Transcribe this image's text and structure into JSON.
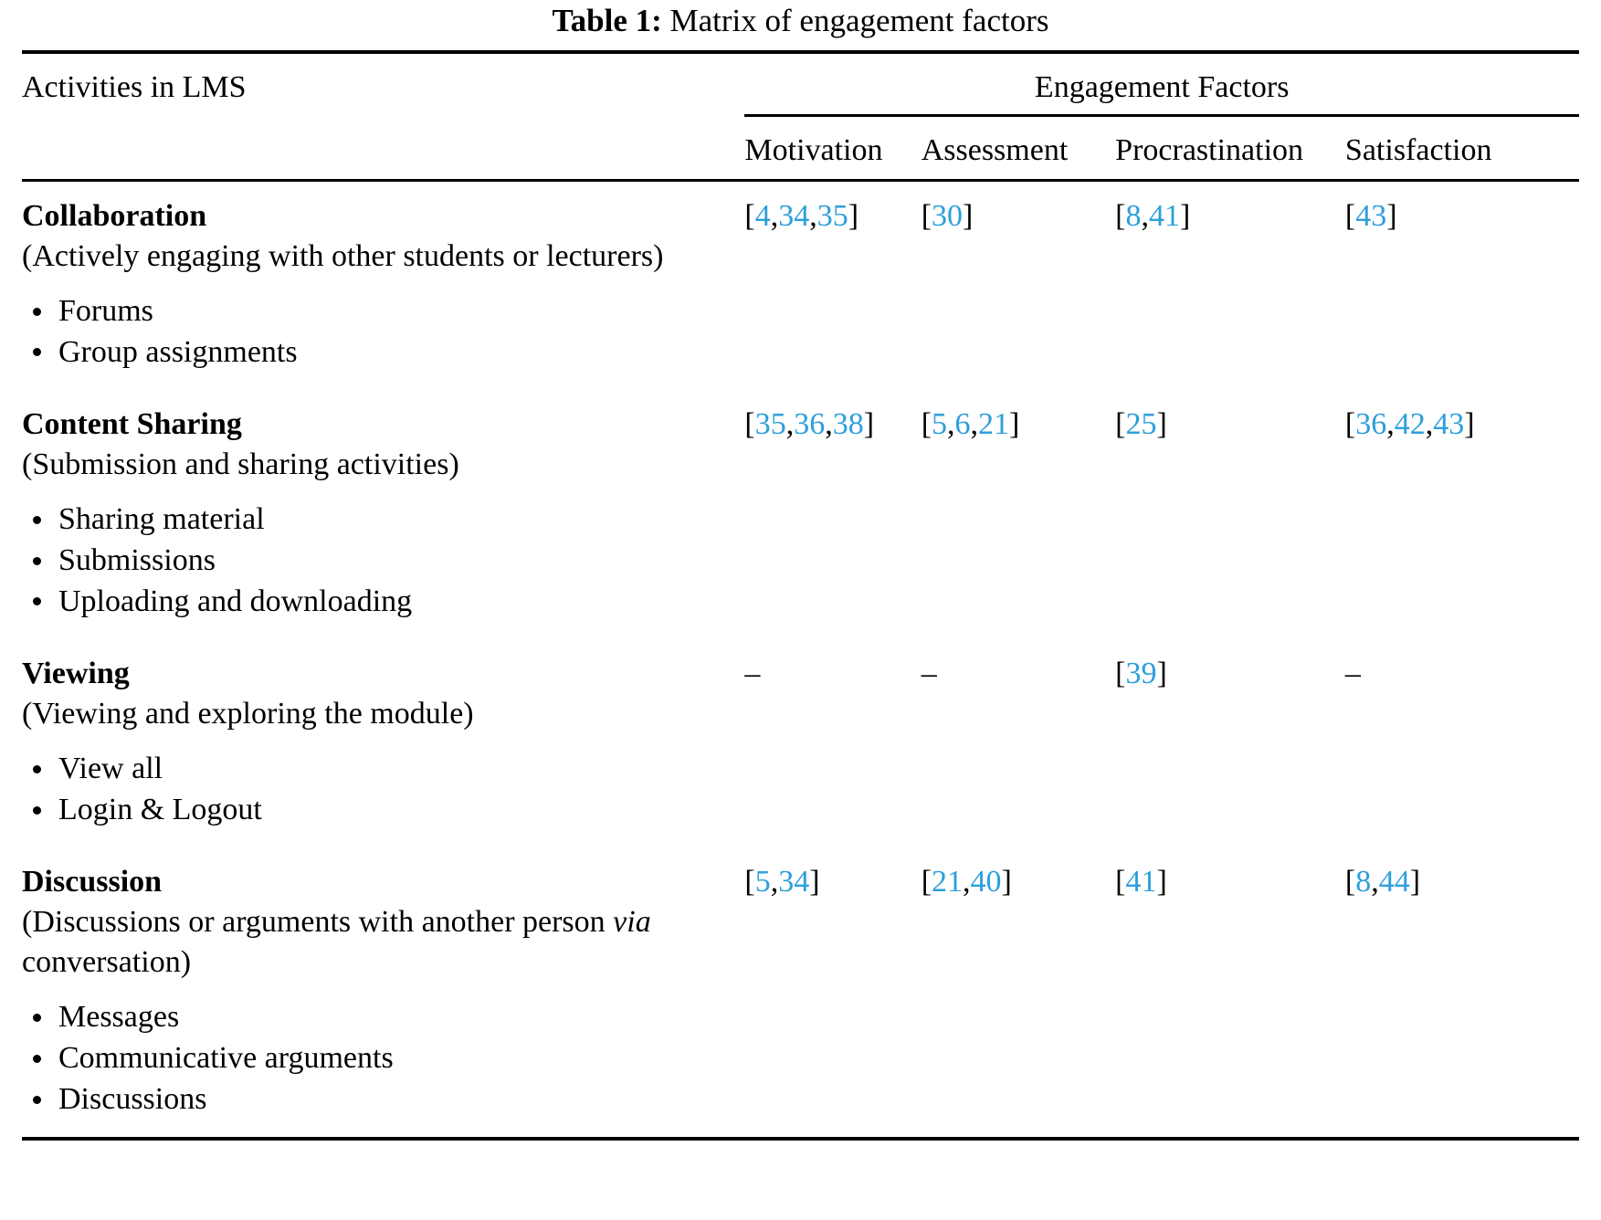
{
  "caption": {
    "label": "Table 1:",
    "text": "Matrix of engagement factors"
  },
  "table": {
    "row_header_label": "Activities in LMS",
    "group_header": "Engagement Factors",
    "columns": [
      "Motivation",
      "Assessment",
      "Procrastination",
      "Satisfaction"
    ],
    "citation_color": "#2d9fdb",
    "empty_marker": "–",
    "rows": [
      {
        "title": "Collaboration",
        "description": "(Actively engaging with other students or lecturers)",
        "items": [
          "Forums",
          "Group assignments"
        ],
        "cells": [
          "[4,34,35]",
          "[30]",
          "[8,41]",
          "[43]"
        ]
      },
      {
        "title": "Content Sharing",
        "description": "(Submission and sharing activities)",
        "items": [
          "Sharing material",
          "Submissions",
          "Uploading and downloading"
        ],
        "cells": [
          "[35,36,38]",
          "[5,6,21]",
          "[25]",
          "[36,42,43]"
        ]
      },
      {
        "title": "Viewing",
        "description": "(Viewing and exploring the module)",
        "items": [
          "View all",
          "Login & Logout"
        ],
        "cells": [
          "–",
          "–",
          "[39]",
          "–"
        ]
      },
      {
        "title": "Discussion",
        "description_pre": "(Discussions or arguments with another person ",
        "description_italic": "via",
        "description_post": " conversation)",
        "items": [
          "Messages",
          "Communicative arguments",
          "Discussions"
        ],
        "cells": [
          "[5,34]",
          "[21,40]",
          "[41]",
          "[8,44]"
        ]
      }
    ]
  }
}
